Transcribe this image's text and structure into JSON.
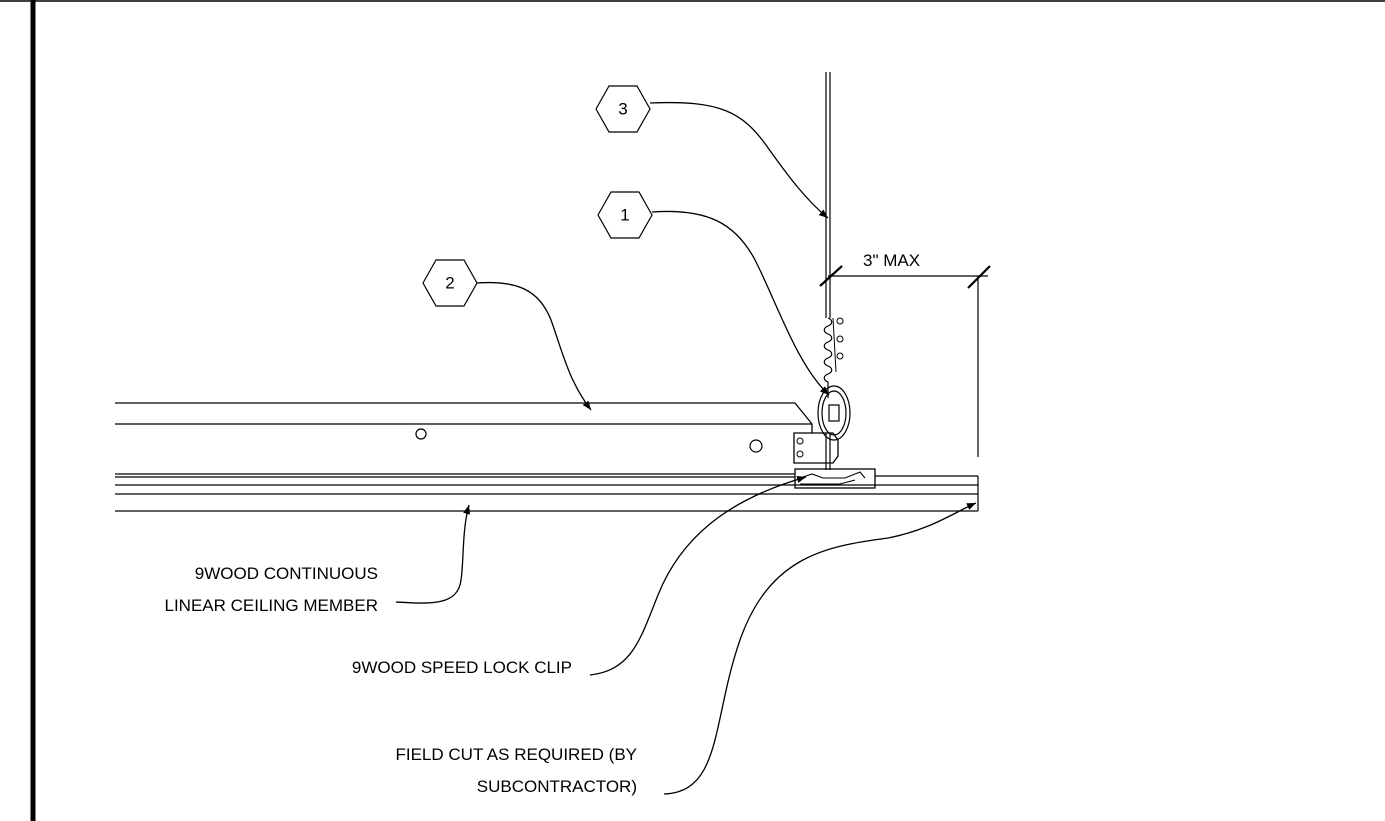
{
  "tags": {
    "tag1": "1",
    "tag2": "2",
    "tag3": "3"
  },
  "dimension": {
    "label": "3\" MAX"
  },
  "callouts": {
    "ceiling_member": [
      "9WOOD CONTINUOUS",
      "LINEAR CEILING MEMBER"
    ],
    "speed_lock_clip": "9WOOD SPEED LOCK CLIP",
    "field_cut": [
      "FIELD CUT AS REQUIRED (BY",
      "SUBCONTRACTOR)"
    ]
  }
}
